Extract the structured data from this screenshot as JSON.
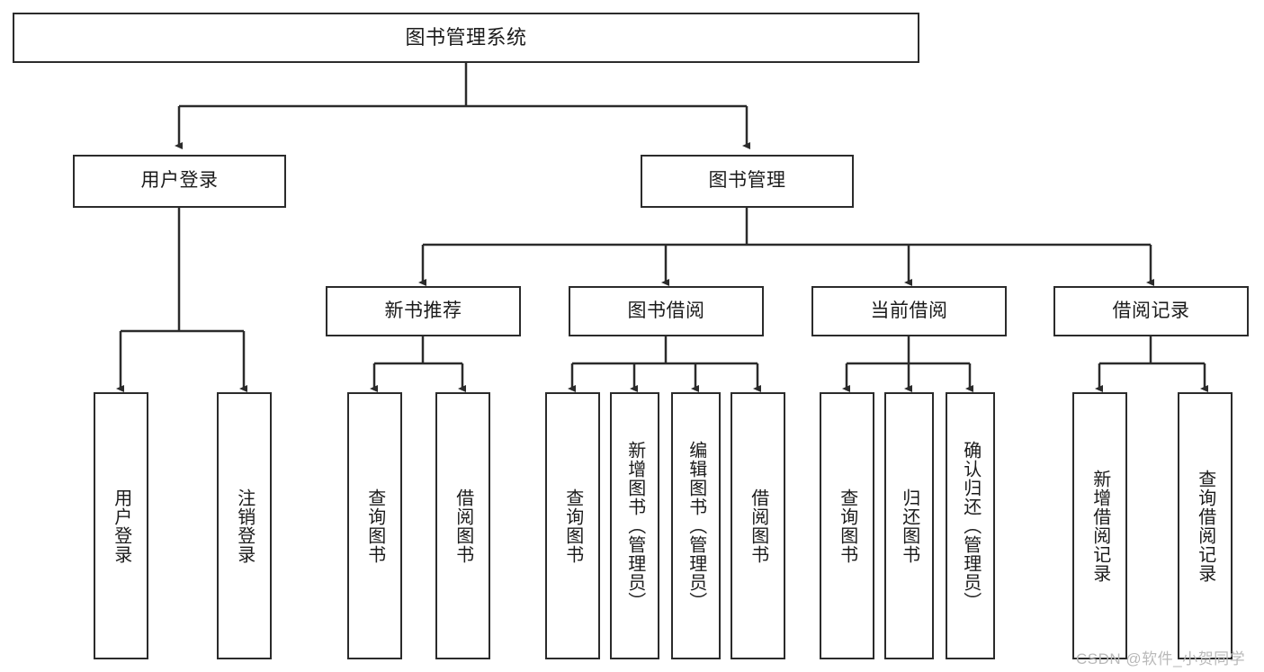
{
  "diagram": {
    "type": "tree-hierarchy-chart",
    "title_node": {
      "label": "图书管理系统"
    },
    "level2": [
      {
        "label": "用户登录"
      },
      {
        "label": "图书管理"
      }
    ],
    "level3": [
      {
        "label": "新书推荐"
      },
      {
        "label": "图书借阅"
      },
      {
        "label": "当前借阅"
      },
      {
        "label": "借阅记录"
      }
    ],
    "leaves": {
      "user_login": [
        {
          "label": "用户登录"
        },
        {
          "label": "注销登录"
        }
      ],
      "new_book_recommend": [
        {
          "label": "查询图书"
        },
        {
          "label": "借阅图书"
        }
      ],
      "book_borrow": [
        {
          "label": "查询图书"
        },
        {
          "label": "新增图书（管理员）"
        },
        {
          "label": "编辑图书（管理员）"
        },
        {
          "label": "借阅图书"
        }
      ],
      "current_borrow": [
        {
          "label": "查询图书"
        },
        {
          "label": "归还图书"
        },
        {
          "label": "确认归还（管理员）"
        }
      ],
      "borrow_record": [
        {
          "label": "新增借阅记录"
        },
        {
          "label": "查询借阅记录"
        }
      ]
    }
  },
  "watermark": {
    "text": "CSDN @软件_小贺同学"
  },
  "colors": {
    "stroke": "#2b2b2b",
    "background": "#ffffff",
    "text": "#1b1b1b",
    "watermark": "#b9b9b9"
  }
}
